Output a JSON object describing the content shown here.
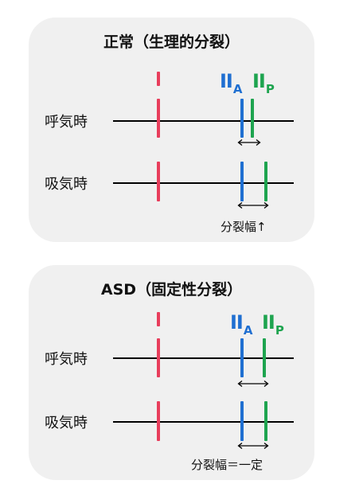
{
  "normal": {
    "title": "正常（生理的分裂）",
    "rows": [
      {
        "label": "呼気時"
      },
      {
        "label": "吸気時"
      }
    ],
    "sound_a": {
      "main": "II",
      "sub": "A"
    },
    "sound_p": {
      "main": "II",
      "sub": "P"
    },
    "caption": "分裂幅↑"
  },
  "asd": {
    "title": "ASD（固定性分裂）",
    "rows": [
      {
        "label": "呼気時"
      },
      {
        "label": "吸気時"
      }
    ],
    "sound_a": {
      "main": "II",
      "sub": "A"
    },
    "sound_p": {
      "main": "II",
      "sub": "P"
    },
    "caption": "分裂幅＝一定"
  },
  "colors": {
    "first_sound": "#e83e5c",
    "aortic": "#1f6fd1",
    "pulmonic": "#1ea44f",
    "panel_bg": "#f0f0f0"
  }
}
